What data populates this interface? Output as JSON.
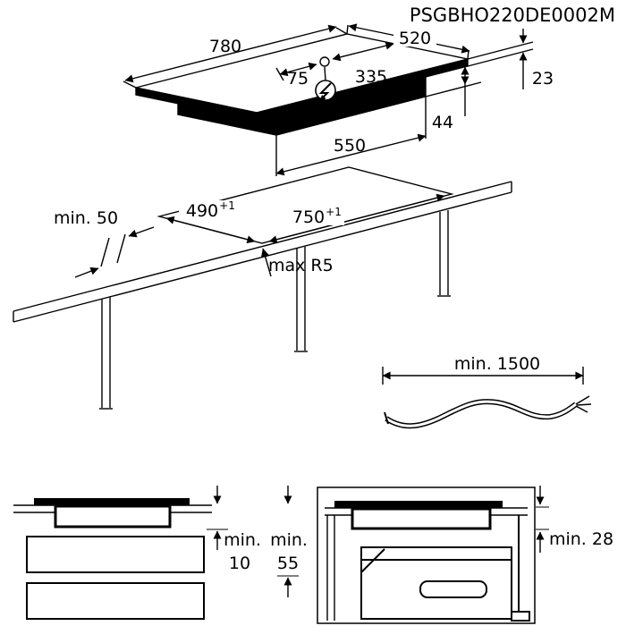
{
  "title": "PSGBHO220DE0002M",
  "colors": {
    "line": "#000000",
    "background": "#ffffff"
  },
  "hob_view": {
    "width": "780",
    "depth": "520",
    "cable_pos_left": "75",
    "cable_pos_right": "335",
    "height_above_top": "23",
    "height_below_top": "44",
    "box_width": "550"
  },
  "cutout_view": {
    "side_clearance": "min. 50",
    "depth": "490",
    "depth_tolerance": "+1",
    "width": "750",
    "width_tolerance": "+1",
    "corner_radius": "max R5"
  },
  "cable_view": {
    "length": "min. 1500"
  },
  "drawer_clearance_view": {
    "hob_gap_prefix": "min.",
    "hob_gap": "10",
    "drawer_gap_prefix": "min.",
    "drawer_gap": "55"
  },
  "oven_clearance_view": {
    "oven_gap": "min. 28"
  }
}
